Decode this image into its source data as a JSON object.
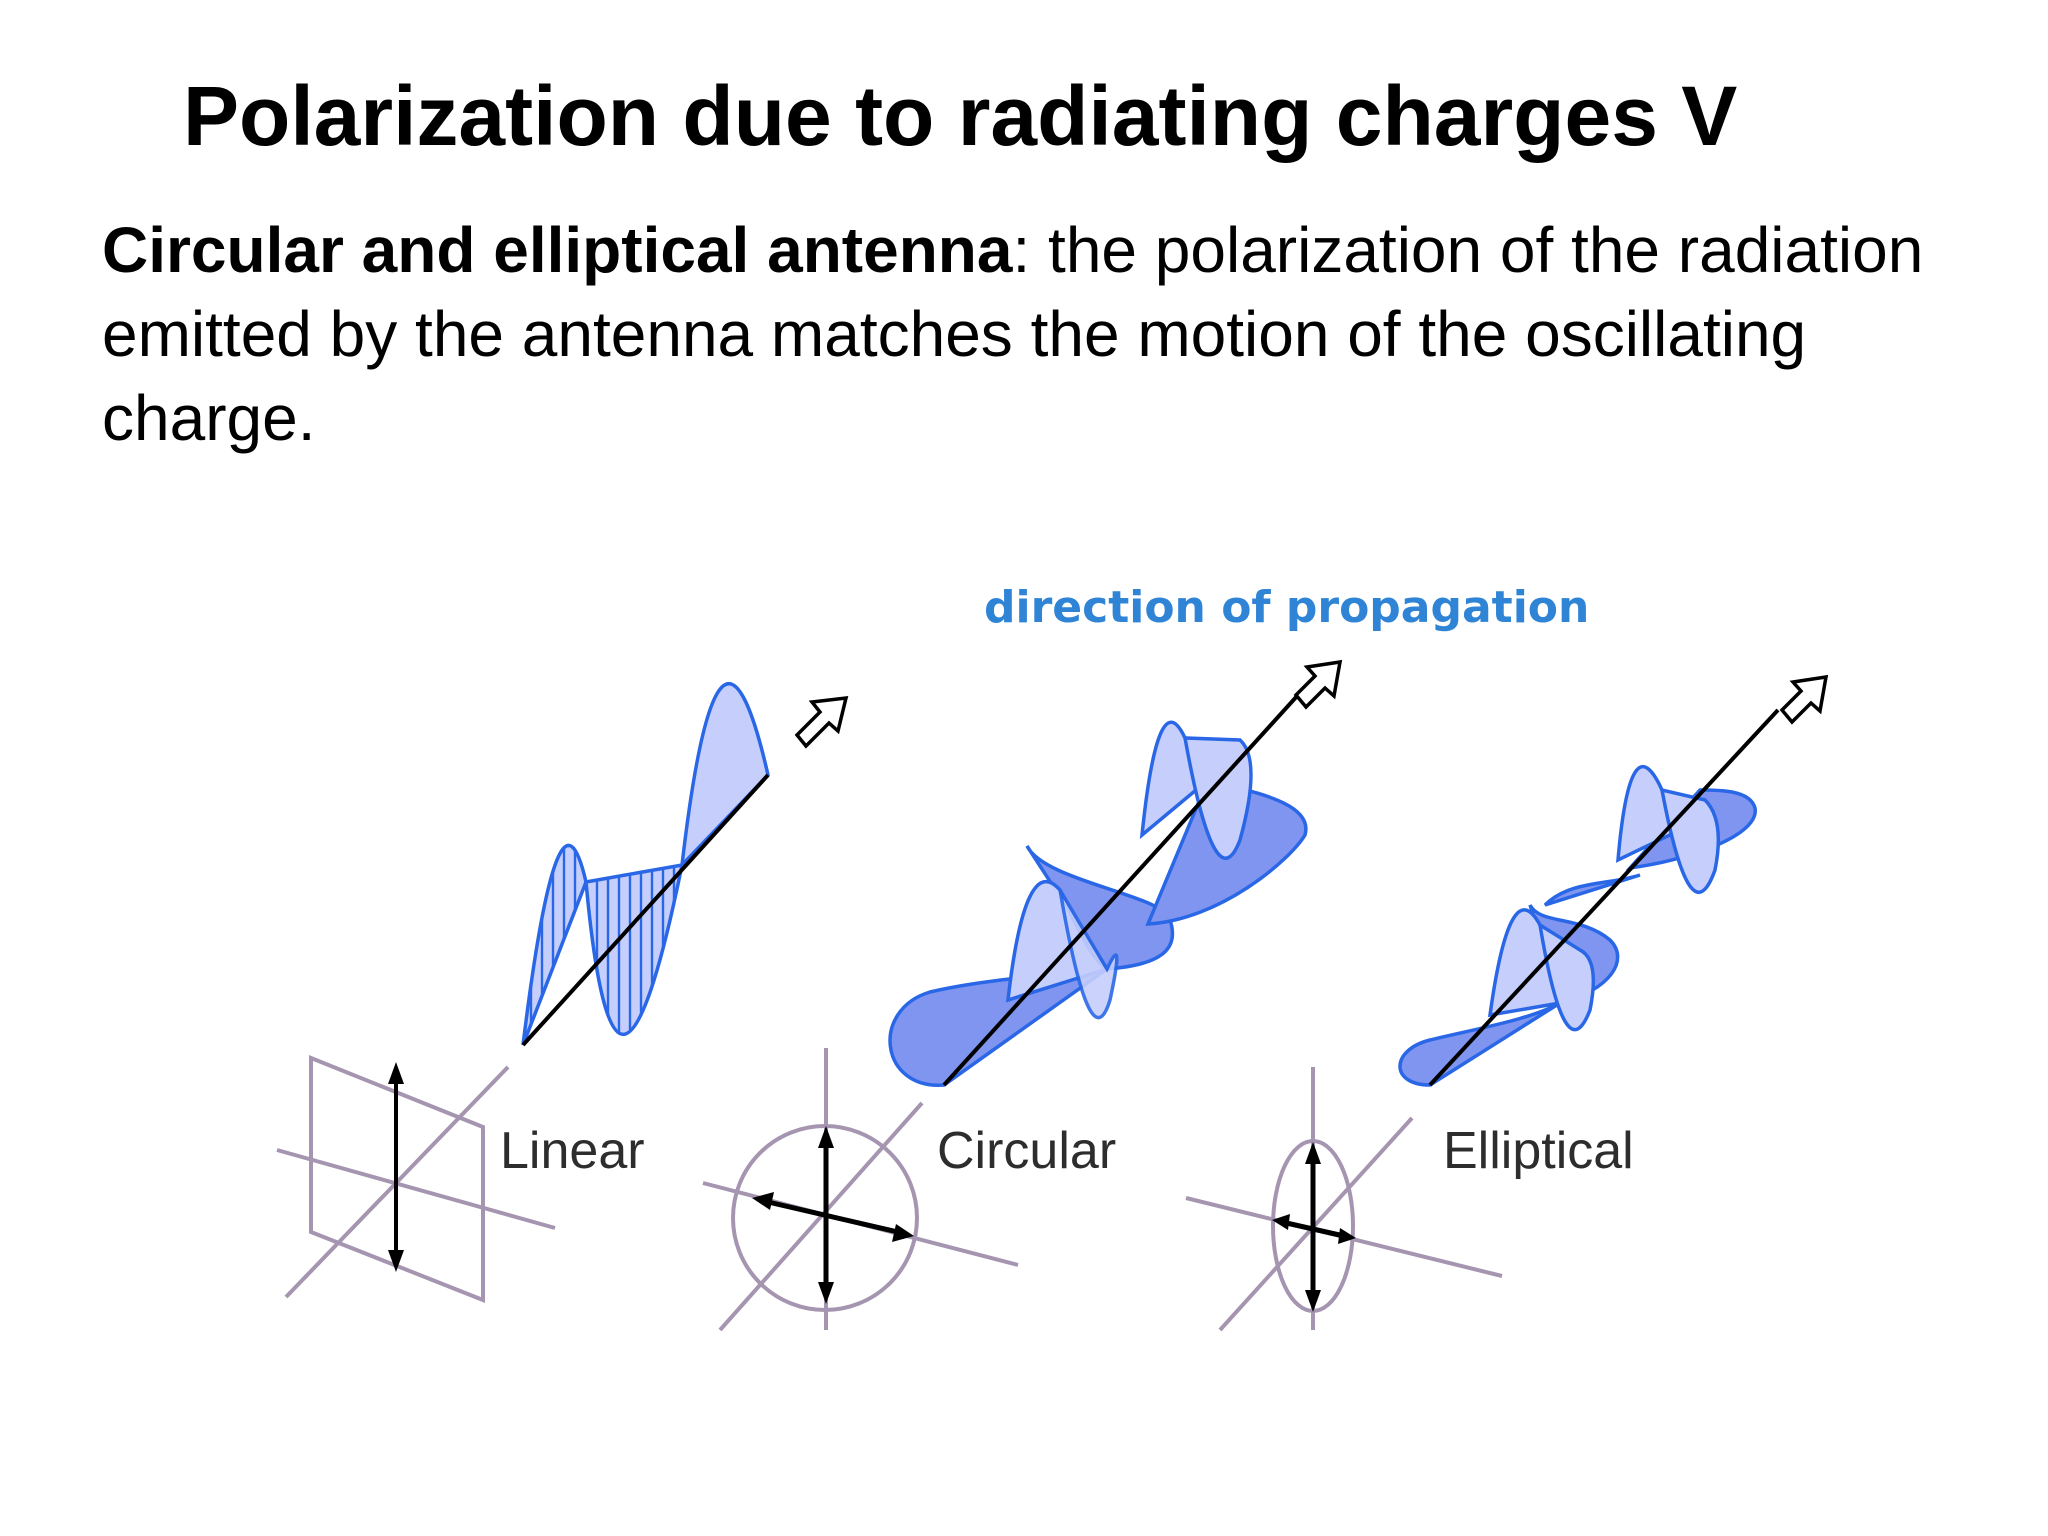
{
  "slide": {
    "title": "Polarization due to radiating charges V",
    "body_bold": "Circular and elliptical antenna",
    "body_rest": ": the polarization of the radiation emitted by the antenna matches the motion of the oscillating charge."
  },
  "figure": {
    "propagation_label": "direction of propagation",
    "labels": {
      "linear": "Linear",
      "circular": "Circular",
      "elliptical": "Elliptical"
    },
    "colors": {
      "wave_stroke": "#2a67e6",
      "wave_fill_light": "#c6cffc",
      "wave_fill_dark": "#7f95f0",
      "frame_gray": "#a595b0",
      "label_blue": "#2f84d6"
    }
  }
}
